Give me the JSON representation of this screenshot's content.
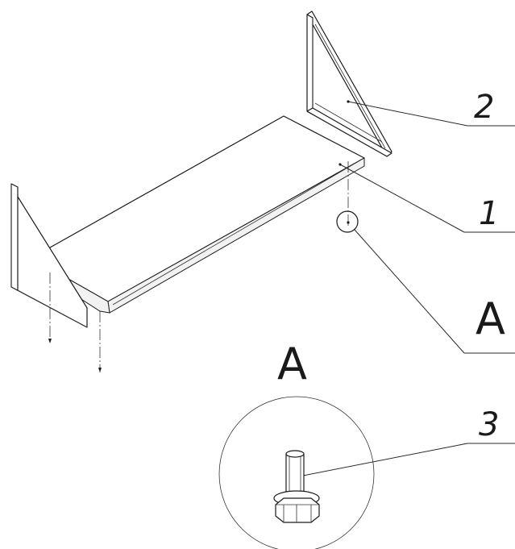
{
  "callouts": {
    "part_2": "2",
    "part_1": "1",
    "detail_ref": "A",
    "part_3": "3"
  },
  "detail_view": {
    "title": "A"
  },
  "colors": {
    "line": "#1a1a1a",
    "background": "#ffffff"
  }
}
